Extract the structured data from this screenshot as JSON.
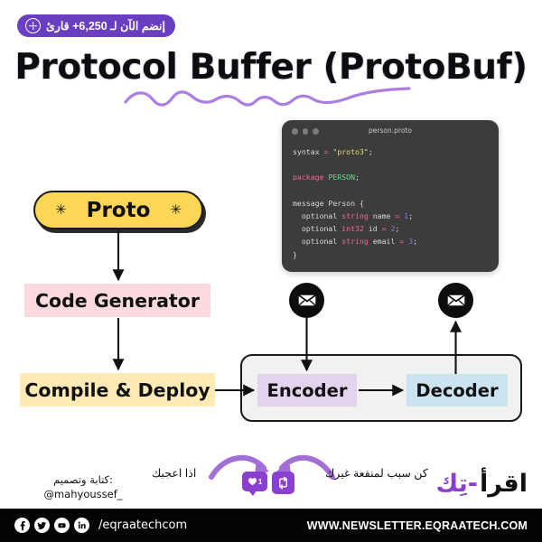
{
  "badge": {
    "text": "إنضم الآن لـ 6,250+ قارئ",
    "icon": "plus-circle-icon",
    "bg_color": "#6a3ec0"
  },
  "title": "Protocol Buffer (ProtoBuf)",
  "code_window": {
    "filename": "person.proto",
    "bg_color": "#3c3c3c",
    "lines": [
      {
        "tokens": [
          {
            "t": "syntax ",
            "c": "plain"
          },
          {
            "t": "=",
            "c": "op"
          },
          {
            "t": " ",
            "c": "plain"
          },
          {
            "t": "\"proto3\"",
            "c": "str"
          },
          {
            "t": ";",
            "c": "plain"
          }
        ]
      },
      {
        "tokens": []
      },
      {
        "tokens": [
          {
            "t": "package ",
            "c": "kw"
          },
          {
            "t": "PERSON",
            "c": "pkg"
          },
          {
            "t": ";",
            "c": "plain"
          }
        ]
      },
      {
        "tokens": []
      },
      {
        "tokens": [
          {
            "t": "message Person {",
            "c": "plain"
          }
        ]
      },
      {
        "tokens": [
          {
            "t": "  optional ",
            "c": "plain"
          },
          {
            "t": "string",
            "c": "kw"
          },
          {
            "t": " name ",
            "c": "plain"
          },
          {
            "t": "=",
            "c": "op"
          },
          {
            "t": " ",
            "c": "plain"
          },
          {
            "t": "1",
            "c": "num"
          },
          {
            "t": ";",
            "c": "plain"
          }
        ]
      },
      {
        "tokens": [
          {
            "t": "  optional ",
            "c": "plain"
          },
          {
            "t": "int32",
            "c": "kw"
          },
          {
            "t": " id ",
            "c": "plain"
          },
          {
            "t": "=",
            "c": "op"
          },
          {
            "t": " ",
            "c": "plain"
          },
          {
            "t": "2",
            "c": "num"
          },
          {
            "t": ";",
            "c": "plain"
          }
        ]
      },
      {
        "tokens": [
          {
            "t": "  optional ",
            "c": "plain"
          },
          {
            "t": "string",
            "c": "kw"
          },
          {
            "t": " email ",
            "c": "plain"
          },
          {
            "t": "=",
            "c": "op"
          },
          {
            "t": " ",
            "c": "plain"
          },
          {
            "t": "3",
            "c": "num"
          },
          {
            "t": ";",
            "c": "plain"
          }
        ]
      },
      {
        "tokens": [
          {
            "t": "}",
            "c": "plain"
          }
        ]
      }
    ]
  },
  "diagram": {
    "nodes": [
      {
        "id": "proto",
        "label": "Proto",
        "color": "#fcd657",
        "shape": "pill"
      },
      {
        "id": "codegen",
        "label": "Code Generator",
        "color": "#fadadd",
        "shape": "rect"
      },
      {
        "id": "compile",
        "label": "Compile & Deploy",
        "color": "#fdeab4",
        "shape": "rect"
      },
      {
        "id": "encoder",
        "label": "Encoder",
        "color": "#e3d3ec",
        "shape": "rect"
      },
      {
        "id": "decoder",
        "label": "Decoder",
        "color": "#cce3f0",
        "shape": "rect"
      }
    ],
    "proto_decoration": "✳",
    "envelope_icons": [
      "envelope-icon",
      "envelope-icon"
    ],
    "edges": [
      {
        "from": "proto",
        "to": "codegen"
      },
      {
        "from": "codegen",
        "to": "compile"
      },
      {
        "from": "compile",
        "to": "encoder"
      },
      {
        "from": "encoder",
        "to": "decoder"
      },
      {
        "from": "envelope-enc",
        "to": "encoder"
      },
      {
        "from": "decoder",
        "to": "envelope-dec"
      }
    ]
  },
  "cta": {
    "left_text": "اذا اعجبك",
    "right_text": "كن سبب لمنفعة غيرك",
    "like_count": "1",
    "like_icon": "heart-icon",
    "repost_icon": "repost-icon",
    "accent_color": "#8a3fd1"
  },
  "credit": {
    "line1": "كتابة وتصميم:",
    "line2": "@mahyoussef_"
  },
  "brand": {
    "part_dark": "اقرأ",
    "part_purple": "-تِك"
  },
  "footer": {
    "social_icons": [
      "facebook-icon",
      "twitter-icon",
      "youtube-icon",
      "linkedin-icon"
    ],
    "handle": "/eqraatechcom",
    "url": "WWW.NEWSLETTER.EQRAATECH.COM",
    "bg_color": "#050505"
  }
}
